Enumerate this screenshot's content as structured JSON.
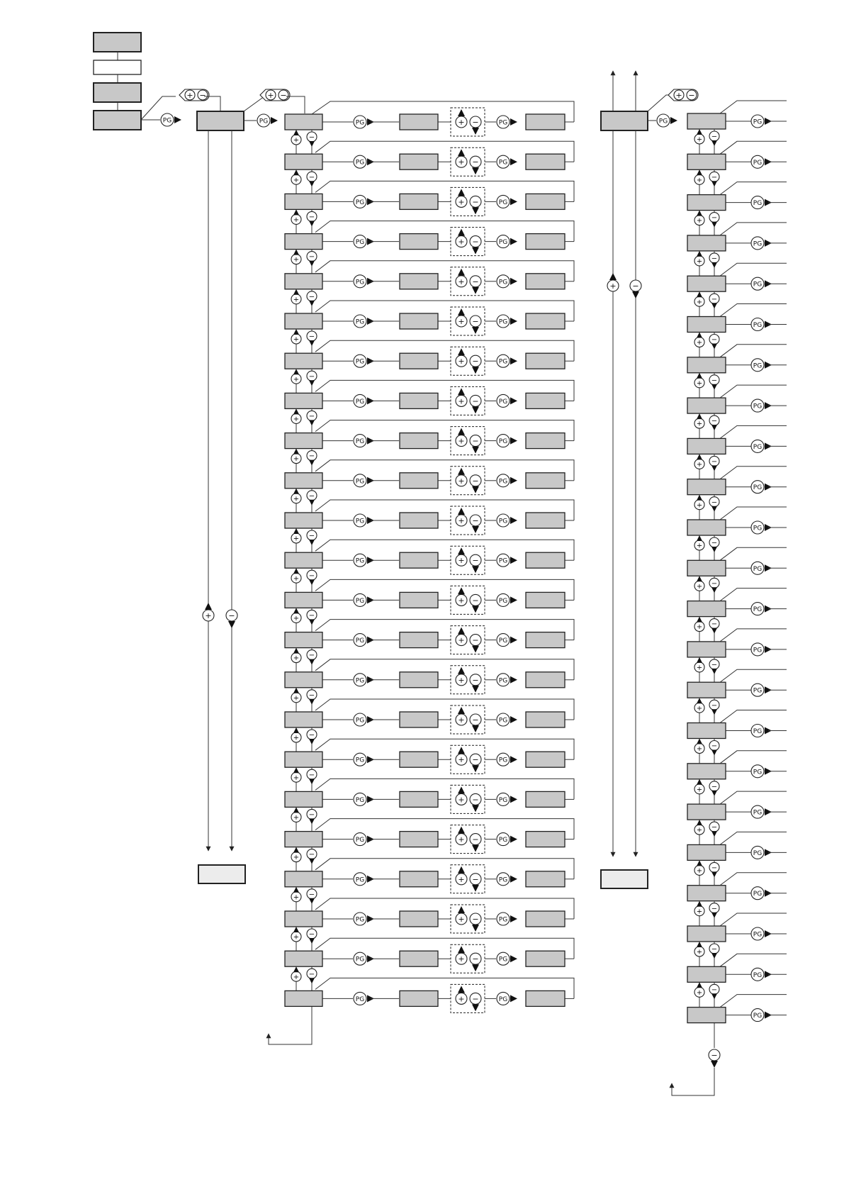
{
  "diagram": {
    "symbols": {
      "plus": "+",
      "minus": "−",
      "page": "PG"
    },
    "colors": {
      "box_fill": "#c8c8c8",
      "box_fill_light": "#ececec",
      "stroke": "#222222",
      "line": "#333333",
      "background": "#ffffff"
    },
    "icons": [
      "plus-circle-icon",
      "minus-circle-icon",
      "pg-circle-icon",
      "arrow-up-icon",
      "arrow-down-icon"
    ],
    "column_a_rows": 23,
    "column_b_rows": 23
  }
}
